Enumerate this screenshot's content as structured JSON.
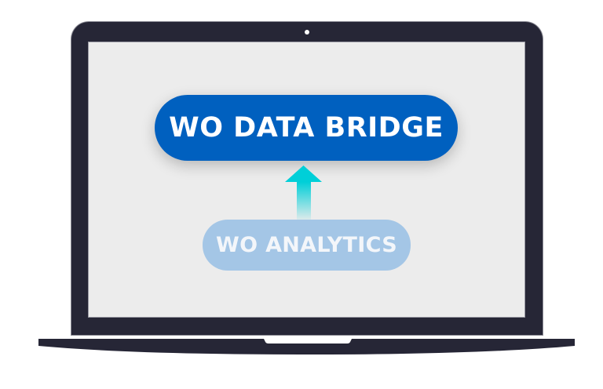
{
  "device": {
    "type": "laptop",
    "bezel_color": "#262636",
    "screen_color": "#ececec"
  },
  "diagram": {
    "primary": {
      "label": "WO DATA BRIDGE",
      "color": "#0060bf"
    },
    "arrow": {
      "direction": "up",
      "color": "#00cfd8"
    },
    "secondary": {
      "label": "WO ANALYTICS",
      "color": "#a4c6e6"
    }
  }
}
